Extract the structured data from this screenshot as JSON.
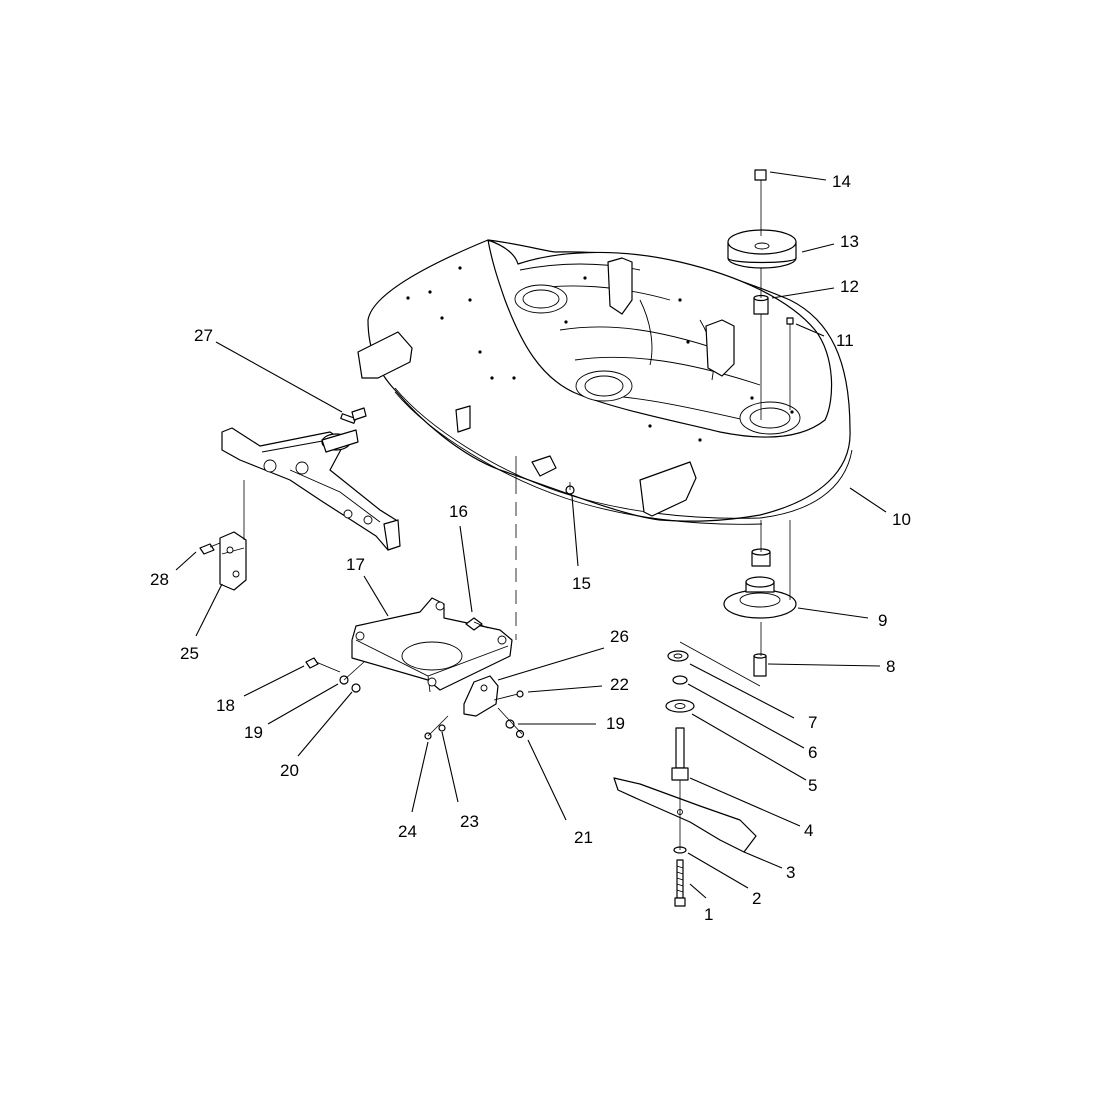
{
  "callouts": [
    {
      "number": "1"
    },
    {
      "number": "2"
    },
    {
      "number": "3"
    },
    {
      "number": "4"
    },
    {
      "number": "5"
    },
    {
      "number": "6"
    },
    {
      "number": "7"
    },
    {
      "number": "8"
    },
    {
      "number": "9"
    },
    {
      "number": "10"
    },
    {
      "number": "11"
    },
    {
      "number": "12"
    },
    {
      "number": "13"
    },
    {
      "number": "14"
    },
    {
      "number": "15"
    },
    {
      "number": "16"
    },
    {
      "number": "17"
    },
    {
      "number": "18"
    },
    {
      "number": "19"
    },
    {
      "number": "20"
    },
    {
      "number": "21"
    },
    {
      "number": "22"
    },
    {
      "number": "23"
    },
    {
      "number": "24"
    },
    {
      "number": "25"
    },
    {
      "number": "26"
    },
    {
      "number": "27"
    },
    {
      "number": "28"
    },
    {
      "number": "19"
    }
  ]
}
